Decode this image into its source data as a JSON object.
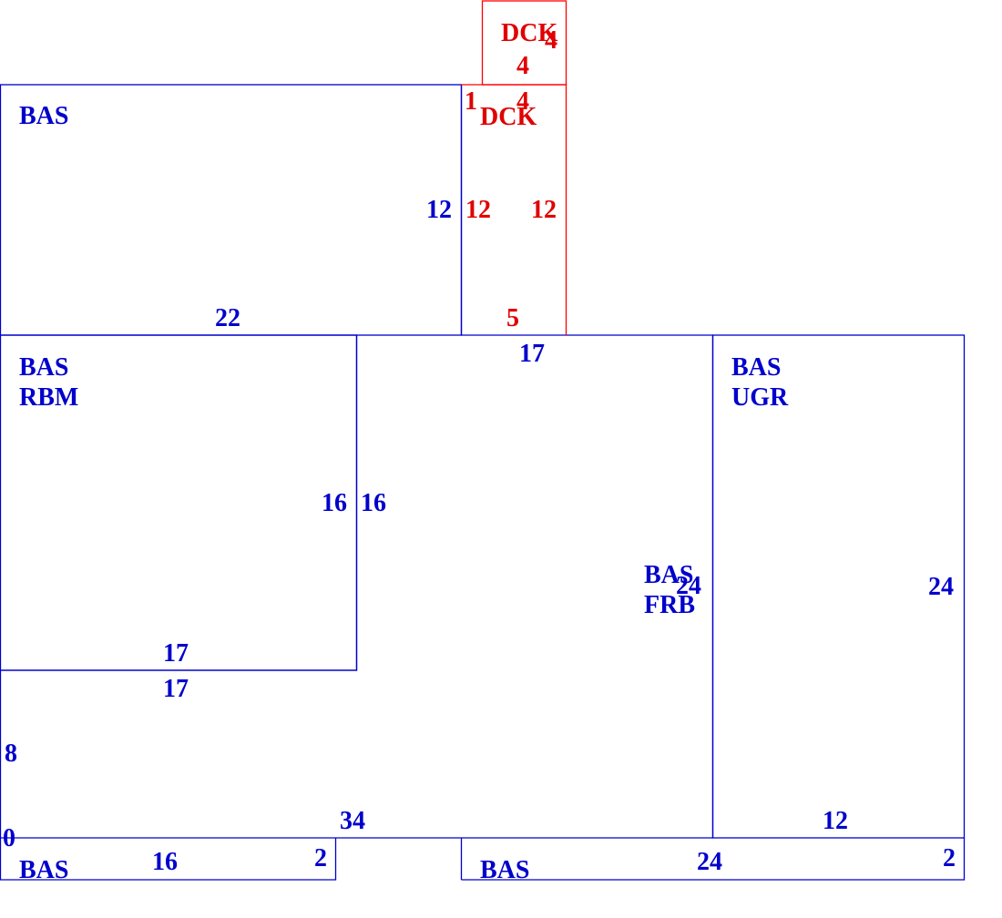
{
  "colors": {
    "area_main": "#0000cc",
    "area_deck": "#e00000"
  },
  "areas": {
    "deck_top": {
      "label_1": "DCK",
      "dim_right": "4",
      "dim_bottom": "4"
    },
    "deck_side": {
      "label_1": "DCK",
      "dim_top": "4",
      "dim_top_left": "1",
      "dim_left": "12",
      "dim_right": "12",
      "dim_bottom": "5"
    },
    "bas_upper": {
      "label_1": "BAS",
      "dim_right": "12",
      "dim_bottom": "22"
    },
    "bas_rbm": {
      "label_1": "BAS",
      "label_2": "RBM",
      "dim_right": "16",
      "dim_bottom": "17"
    },
    "bas_frb": {
      "label_1": "BAS",
      "label_2": "FRB",
      "dim_top": "17",
      "dim_left": "16",
      "dim_right": "24",
      "dim_upper_left": "17",
      "dim_left_edge": "8",
      "dim_bottom": "34"
    },
    "bas_ugr": {
      "label_1": "BAS",
      "label_2": "UGR",
      "dim_right": "24",
      "dim_bottom": "12"
    },
    "bas_bottom_left": {
      "label_1": "BAS",
      "dim_left": "0",
      "dim_top": "16",
      "dim_right": "2"
    },
    "bas_bottom_right": {
      "label_1": "BAS",
      "dim_top": "24",
      "dim_right": "2"
    }
  }
}
